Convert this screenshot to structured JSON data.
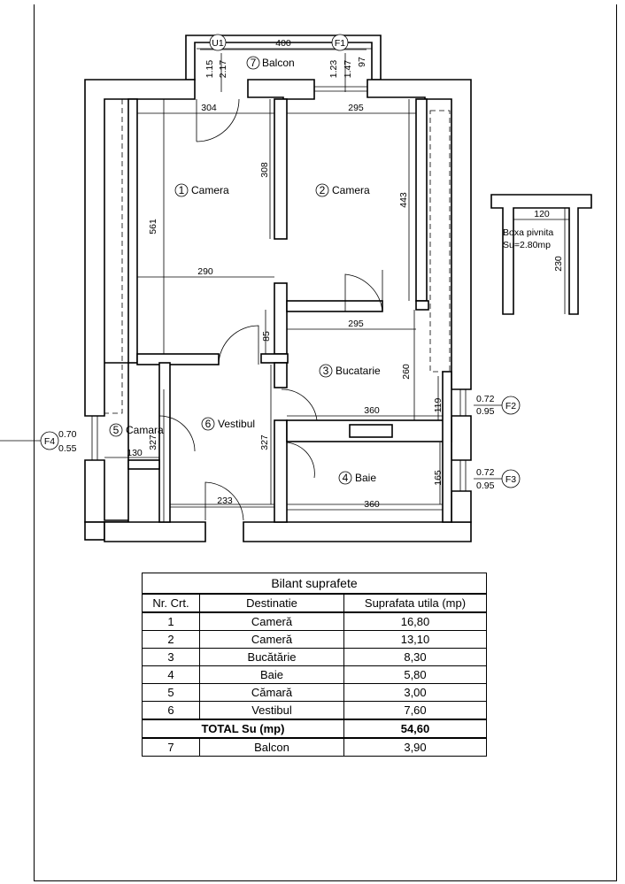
{
  "rooms": {
    "r1": {
      "num": "1",
      "name": "Camera"
    },
    "r2": {
      "num": "2",
      "name": "Camera"
    },
    "r3": {
      "num": "3",
      "name": "Bucatarie"
    },
    "r4": {
      "num": "4",
      "name": "Baie"
    },
    "r5": {
      "num": "5",
      "name": "Camara"
    },
    "r6": {
      "num": "6",
      "name": "Vestibul"
    },
    "r7": {
      "num": "7",
      "name": "Balcon"
    }
  },
  "dims": {
    "balcony_w": "400",
    "bal_h1": "1.15",
    "bal_h2": "2.17",
    "bal_h3": "1.23",
    "bal_h4": "1.47",
    "bal_h5": "97",
    "d304": "304",
    "d295a": "295",
    "d308": "308",
    "d561": "561",
    "d443": "443",
    "d290": "290",
    "d85": "85",
    "d295b": "295",
    "d260": "260",
    "d119": "119",
    "d360a": "360",
    "d327a": "327",
    "d327b": "327",
    "d130": "130",
    "d165": "165",
    "d233": "233",
    "d360b": "360"
  },
  "windows": {
    "U1": "U1",
    "F1": "F1",
    "F2": {
      "label": "F2",
      "top": "0.72",
      "bottom": "0.95"
    },
    "F3": {
      "label": "F3",
      "top": "0.72",
      "bottom": "0.95"
    },
    "F4": {
      "label": "F4",
      "top": "0.70",
      "bottom": "0.55"
    }
  },
  "cellar": {
    "w": "120",
    "h": "230",
    "name": "Boxa pivnita",
    "area": "Su=2.80mp"
  },
  "table": {
    "caption": "Bilant suprafete",
    "headers": [
      "Nr. Crt.",
      "Destinatie",
      "Suprafata utila (mp)"
    ],
    "rows": [
      [
        "1",
        "Cameră",
        "16,80"
      ],
      [
        "2",
        "Cameră",
        "13,10"
      ],
      [
        "3",
        "Bucătărie",
        "8,30"
      ],
      [
        "4",
        "Baie",
        "5,80"
      ],
      [
        "5",
        "Cămară",
        "3,00"
      ],
      [
        "6",
        "Vestibul",
        "7,60"
      ]
    ],
    "total": {
      "label": "TOTAL Su (mp)",
      "value": "54,60"
    },
    "extra": [
      "7",
      "Balcon",
      "3,90"
    ]
  }
}
